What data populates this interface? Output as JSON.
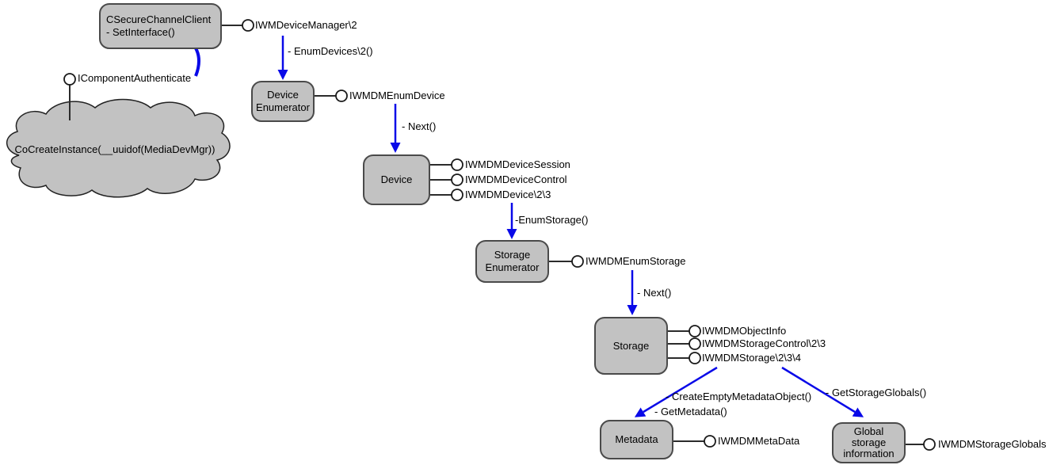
{
  "colors": {
    "box_fill": "#c2c2c2",
    "box_border": "#4a4a4a",
    "arrow_blue": "#0909e8",
    "line_color": "#2b2b2b"
  },
  "cloud": {
    "label": "CoCreateInstance(__uuidof(MediaDevMgr))"
  },
  "nodes": {
    "secure_channel": {
      "line1": "CSecureChannelClient",
      "line2": "- SetInterface()"
    },
    "device_enumerator": {
      "line1": "Device",
      "line2": "Enumerator"
    },
    "device": {
      "label": "Device"
    },
    "storage_enumerator": {
      "line1": "Storage",
      "line2": "Enumerator"
    },
    "storage": {
      "label": "Storage"
    },
    "metadata": {
      "label": "Metadata"
    },
    "global_storage": {
      "line1": "Global",
      "line2": "storage",
      "line3": "information"
    }
  },
  "interfaces": {
    "icomponent_authenticate": "IComponentAuthenticate",
    "iwm_device_manager": "IWMDeviceManager\\2",
    "iwmdm_enum_device": "IWMDMEnumDevice",
    "iwmdm_device_session": "IWMDMDeviceSession",
    "iwmdm_device_control": "IWMDMDeviceControl",
    "iwmdm_device": "IWMDMDevice\\2\\3",
    "iwmdm_enum_storage": "IWMDMEnumStorage",
    "iwmdm_object_info": "IWMDMObjectInfo",
    "iwmdm_storage_control": "IWMDMStorageControl\\2\\3",
    "iwmdm_storage": "IWMDMStorage\\2\\3\\4",
    "iwmdm_metadata": "IWMDMMetaData",
    "iwmdm_storage_globals": "IWMDMStorageGlobals"
  },
  "calls": {
    "enum_devices": "- EnumDevices\\2()",
    "next_device": "- Next()",
    "enum_storage": "-EnumStorage()",
    "next_storage": "- Next()",
    "create_empty_metadata_object": "- CreateEmptyMetadataObject()",
    "get_metadata": "- GetMetadata()",
    "get_storage_globals": "- GetStorageGlobals()"
  }
}
